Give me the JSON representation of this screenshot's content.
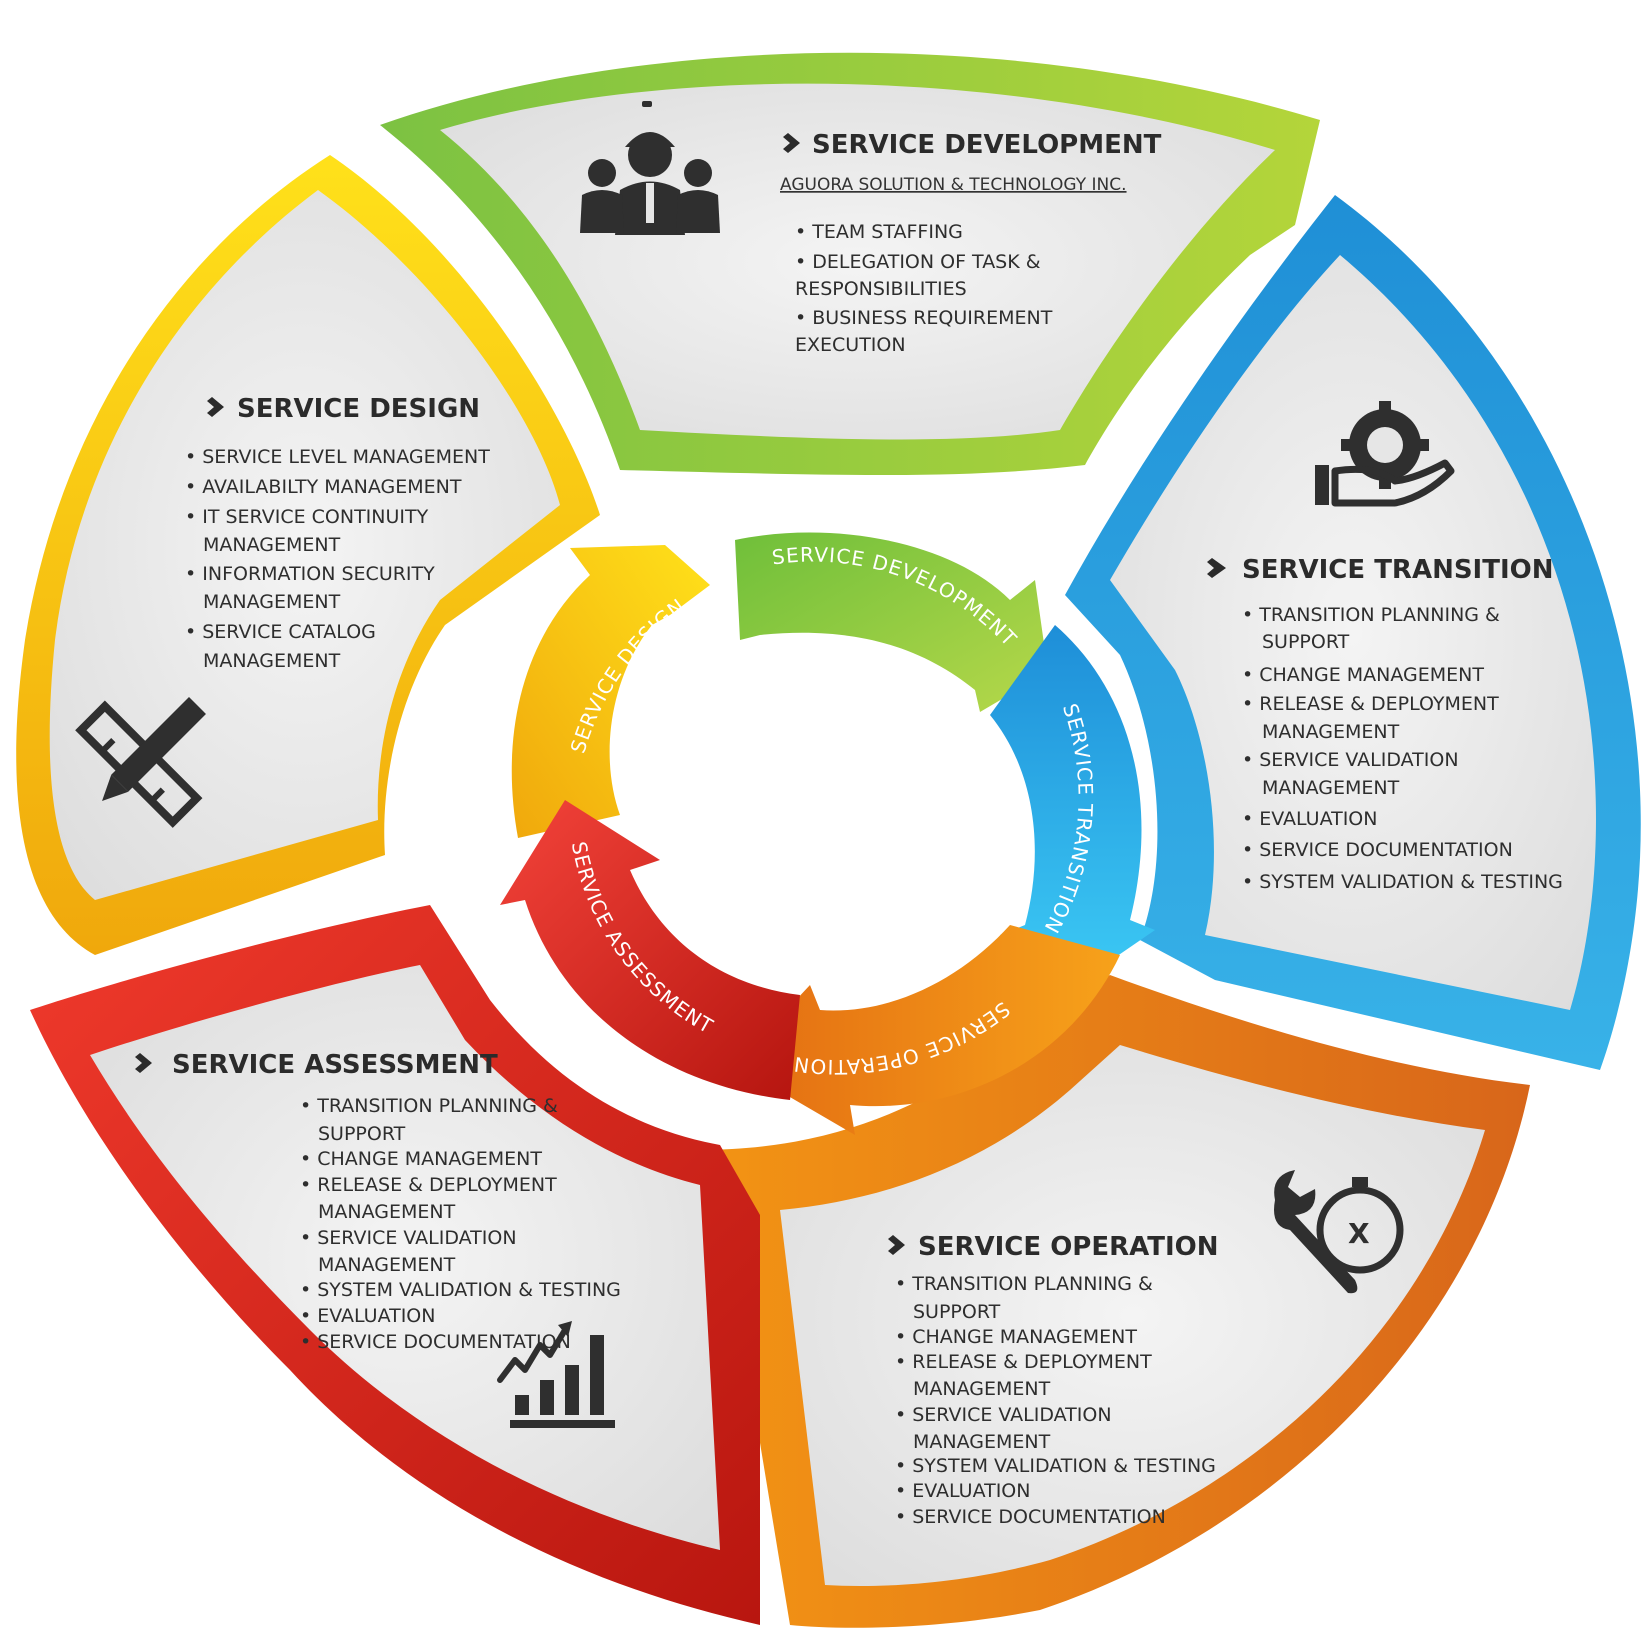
{
  "segments": {
    "development": {
      "title": "SERVICE DEVELOPMENT",
      "subtitle": "AGUORA SOLUTION & TECHNOLOGY INC.",
      "items": [
        "• TEAM STAFFING",
        "• DELEGATION OF TASK &",
        "RESPONSIBILITIES",
        "• BUSINESS REQUIREMENT",
        "EXECUTION"
      ],
      "color": "#8dc63f",
      "icon": "team-engineers-icon"
    },
    "transition": {
      "title": "SERVICE TRANSITION",
      "items": [
        "• TRANSITION PLANNING &",
        "SUPPORT",
        "• CHANGE MANAGEMENT",
        "• RELEASE & DEPLOYMENT",
        "MANAGEMENT",
        "• SERVICE VALIDATION",
        "MANAGEMENT",
        "• EVALUATION",
        "• SERVICE DOCUMENTATION",
        "• SYSTEM VALIDATION & TESTING"
      ],
      "color": "#29a3dd",
      "icon": "hand-gear-icon"
    },
    "operation": {
      "title": "SERVICE OPERATION",
      "items": [
        "• TRANSITION PLANNING &",
        "SUPPORT",
        "• CHANGE MANAGEMENT",
        "• RELEASE & DEPLOYMENT",
        "MANAGEMENT",
        "• SERVICE VALIDATION",
        "MANAGEMENT",
        "• SYSTEM VALIDATION & TESTING",
        "• EVALUATION",
        "• SERVICE DOCUMENTATION"
      ],
      "color": "#e8801c",
      "icon": "wrench-stopwatch-icon"
    },
    "assessment": {
      "title": "SERVICE ASSESSMENT",
      "items": [
        "• TRANSITION PLANNING &",
        "SUPPORT",
        "• CHANGE MANAGEMENT",
        "• RELEASE & DEPLOYMENT",
        "MANAGEMENT",
        "• SERVICE VALIDATION",
        "MANAGEMENT",
        "• SYSTEM VALIDATION & TESTING",
        "• EVALUATION",
        "• SERVICE DOCUMENTATION"
      ],
      "color": "#dd2a25",
      "icon": "growth-chart-icon"
    },
    "design": {
      "title": "SERVICE DESIGN",
      "items": [
        "• SERVICE LEVEL MANAGEMENT",
        "• AVAILABILTY MANAGEMENT",
        "• IT SERVICE CONTINUITY",
        "MANAGEMENT",
        "• INFORMATION SECURITY",
        "MANAGEMENT",
        "• SERVICE CATALOG",
        "MANAGEMENT"
      ],
      "color": "#f5c30f",
      "icon": "pencil-ruler-icon"
    }
  },
  "cycle": {
    "development": "SERVICE DEVELOPMENT",
    "transition": "SERVICE TRANSITION",
    "operation": "SERVICE OPERATION",
    "assessment": "SERVICE ASSESSMENT",
    "design": "SERVICE DESIGN"
  }
}
